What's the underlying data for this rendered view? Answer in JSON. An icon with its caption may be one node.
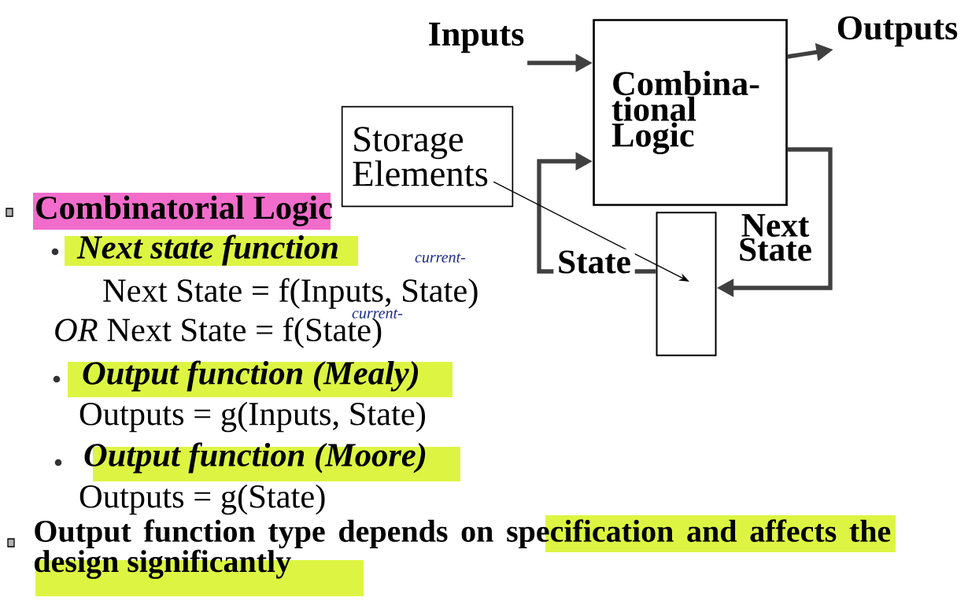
{
  "diagram": {
    "nodes": [
      {
        "text": [
          "Inputs"
        ]
      },
      {
        "text": [
          "Combina- tional Logic"
        ]
      },
      {
        "text": [
          "Outputs"
        ]
      },
      {
        "text": [
          "Storage Elements"
        ]
      },
      {
        "text": [],
        "shape": "box"
      }
    ],
    "edges": [
      {
        "from": 0,
        "to": 1,
        "arrow": "to"
      },
      {
        "from": 1,
        "to": 2,
        "arrow": "to"
      },
      {
        "from": 4,
        "to": 1,
        "arrow": "to",
        "label": "State"
      },
      {
        "from": 1,
        "to": 4,
        "arrow": "to",
        "label": "Next State"
      },
      {
        "from": 3,
        "to": 4,
        "arrow": "to"
      }
    ],
    "labels": [
      "Combinatorial Logic",
      "Next state function",
      "Next State = f(Inputs, State)",
      "*OR* Next State = f(State)",
      "Output function (Mealy)",
      "Outputs = g(Inputs, State)",
      "Output function (Moore)",
      "Outputs = g(State)",
      "Output function type depends on specification and affects the design significantly",
      "current-",
      "current-"
    ]
  }
}
